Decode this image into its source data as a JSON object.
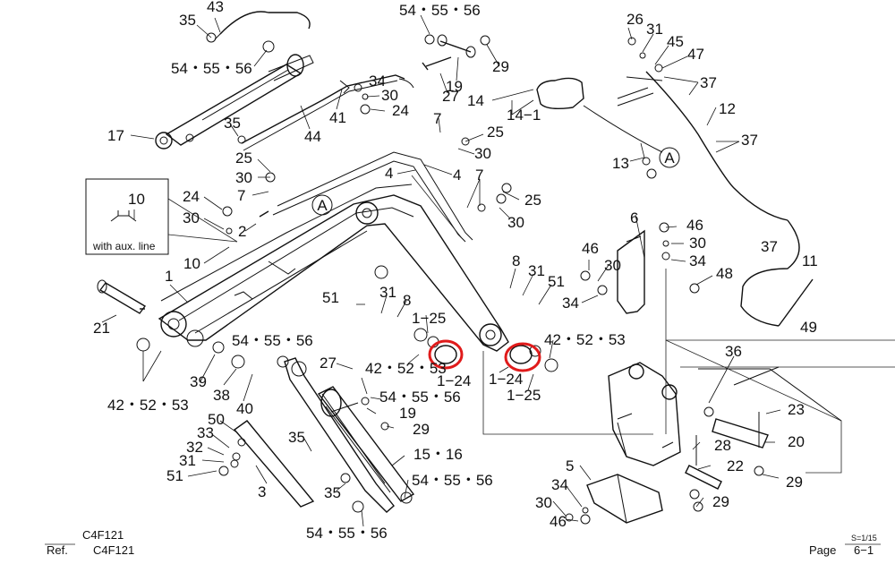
{
  "callouts": [
    {
      "text": "43"
    },
    {
      "text": "35"
    },
    {
      "text": "54・55・56"
    },
    {
      "text": "54・55・56"
    },
    {
      "text": "19"
    },
    {
      "text": "29"
    },
    {
      "text": "26"
    },
    {
      "text": "31"
    },
    {
      "text": "45"
    },
    {
      "text": "47"
    },
    {
      "text": "27"
    },
    {
      "text": "34"
    },
    {
      "text": "30"
    },
    {
      "text": "41"
    },
    {
      "text": "24"
    },
    {
      "text": "14"
    },
    {
      "text": "14−1"
    },
    {
      "text": "37"
    },
    {
      "text": "12"
    },
    {
      "text": "35"
    },
    {
      "text": "17"
    },
    {
      "text": "44"
    },
    {
      "text": "7"
    },
    {
      "text": "25"
    },
    {
      "text": "30"
    },
    {
      "text": "13"
    },
    {
      "text": "37"
    },
    {
      "text": "25"
    },
    {
      "text": "30"
    },
    {
      "text": "7"
    },
    {
      "text": "4"
    },
    {
      "text": "4"
    },
    {
      "text": "7"
    },
    {
      "text": "25"
    },
    {
      "text": "30"
    },
    {
      "text": "10"
    },
    {
      "text": "24"
    },
    {
      "text": "30"
    },
    {
      "text": "2"
    },
    {
      "text": "10"
    },
    {
      "text": "6"
    },
    {
      "text": "46"
    },
    {
      "text": "30"
    },
    {
      "text": "34"
    },
    {
      "text": "37"
    },
    {
      "text": "11"
    },
    {
      "text": "46"
    },
    {
      "text": "30"
    },
    {
      "text": "34"
    },
    {
      "text": "48"
    },
    {
      "text": "8"
    },
    {
      "text": "31"
    },
    {
      "text": "51"
    },
    {
      "text": "1"
    },
    {
      "text": "51"
    },
    {
      "text": "31"
    },
    {
      "text": "8"
    },
    {
      "text": "21"
    },
    {
      "text": "1−25"
    },
    {
      "text": "42・52・53"
    },
    {
      "text": "49"
    },
    {
      "text": "54・55・56"
    },
    {
      "text": "36"
    },
    {
      "text": "42・52・53"
    },
    {
      "text": "39"
    },
    {
      "text": "38"
    },
    {
      "text": "27"
    },
    {
      "text": "42・52・53"
    },
    {
      "text": "1−24"
    },
    {
      "text": "1−24"
    },
    {
      "text": "1−25"
    },
    {
      "text": "54・55・56"
    },
    {
      "text": "40"
    },
    {
      "text": "19"
    },
    {
      "text": "23"
    },
    {
      "text": "50"
    },
    {
      "text": "29"
    },
    {
      "text": "33"
    },
    {
      "text": "20"
    },
    {
      "text": "32"
    },
    {
      "text": "35"
    },
    {
      "text": "28"
    },
    {
      "text": "31"
    },
    {
      "text": "15・16"
    },
    {
      "text": "51"
    },
    {
      "text": "5"
    },
    {
      "text": "22"
    },
    {
      "text": "29"
    },
    {
      "text": "3"
    },
    {
      "text": "35"
    },
    {
      "text": "54・55・56"
    },
    {
      "text": "34"
    },
    {
      "text": "29"
    },
    {
      "text": "30"
    },
    {
      "text": "46"
    },
    {
      "text": "54・55・56"
    }
  ],
  "refs": [
    "A",
    "A"
  ],
  "inset_note": "with aux. line",
  "footer": {
    "code_top": "C4F121",
    "ref_label": "Ref.",
    "ref_code": "C4F121",
    "scale": "S=1/15",
    "page_label": "Page",
    "page_value": "6−1"
  }
}
